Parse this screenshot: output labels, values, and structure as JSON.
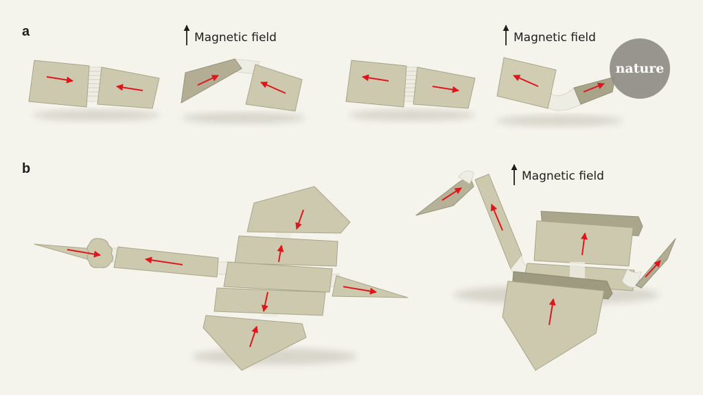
{
  "panels": {
    "a": {
      "label": "a",
      "field_label": "Magnetic field",
      "field_label_2": "Magnetic field"
    },
    "b": {
      "label": "b",
      "field_label": "Magnetic field"
    }
  },
  "badge": {
    "text": "nature"
  },
  "colors": {
    "background": "#f4f3ec",
    "panel_fill": "#cdc9ae",
    "panel_stroke": "#a8a488",
    "panel_dark": "#9a967c",
    "hinge": "#eeede4",
    "arrow": "#e0151b",
    "text": "#1d1d1b",
    "badge": "#8f8d87"
  }
}
